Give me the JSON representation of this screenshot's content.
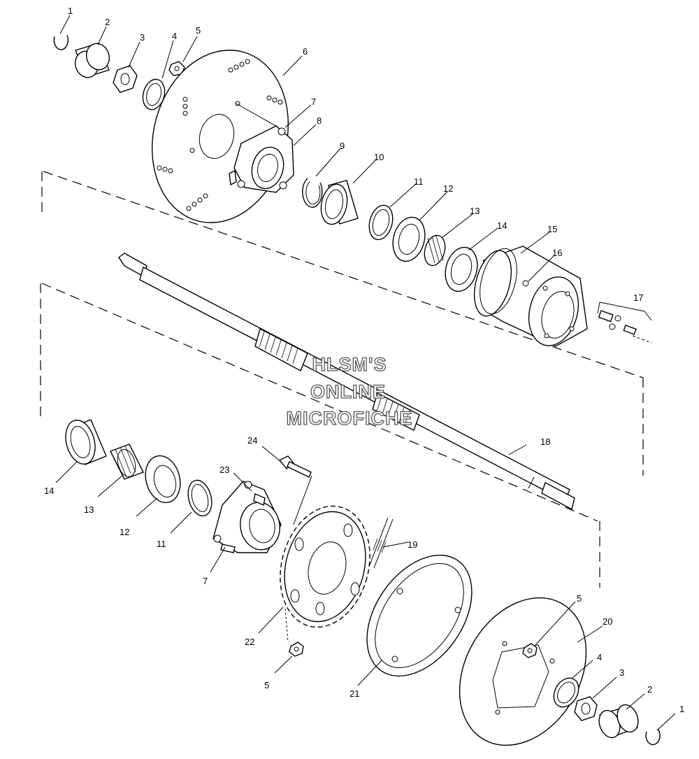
{
  "watermark": {
    "line1": "HLSM'S",
    "line2": "ONLINE",
    "line3": "MICROFICHE"
  },
  "callouts": [
    {
      "id": "c1a",
      "label": "1"
    },
    {
      "id": "c2a",
      "label": "2"
    },
    {
      "id": "c3a",
      "label": "3"
    },
    {
      "id": "c4a",
      "label": "4"
    },
    {
      "id": "c5a",
      "label": "5"
    },
    {
      "id": "c6",
      "label": "6"
    },
    {
      "id": "c7a",
      "label": "7"
    },
    {
      "id": "c8",
      "label": "8"
    },
    {
      "id": "c9",
      "label": "9"
    },
    {
      "id": "c10",
      "label": "10"
    },
    {
      "id": "c11a",
      "label": "11"
    },
    {
      "id": "c12a",
      "label": "12"
    },
    {
      "id": "c13a",
      "label": "13"
    },
    {
      "id": "c14a",
      "label": "14"
    },
    {
      "id": "c15",
      "label": "15"
    },
    {
      "id": "c16",
      "label": "16"
    },
    {
      "id": "c17",
      "label": "17"
    },
    {
      "id": "c18",
      "label": "18"
    },
    {
      "id": "c14b",
      "label": "14"
    },
    {
      "id": "c13b",
      "label": "13"
    },
    {
      "id": "c12b",
      "label": "12"
    },
    {
      "id": "c11b",
      "label": "11"
    },
    {
      "id": "c24",
      "label": "24"
    },
    {
      "id": "c23",
      "label": "23"
    },
    {
      "id": "c19",
      "label": "19"
    },
    {
      "id": "c7b",
      "label": "7"
    },
    {
      "id": "c22",
      "label": "22"
    },
    {
      "id": "c5b",
      "label": "5"
    },
    {
      "id": "c21",
      "label": "21"
    },
    {
      "id": "c5c",
      "label": "5"
    },
    {
      "id": "c20",
      "label": "20"
    },
    {
      "id": "c4b",
      "label": "4"
    },
    {
      "id": "c3b",
      "label": "3"
    },
    {
      "id": "c2b",
      "label": "2"
    },
    {
      "id": "c1b",
      "label": "1"
    }
  ]
}
